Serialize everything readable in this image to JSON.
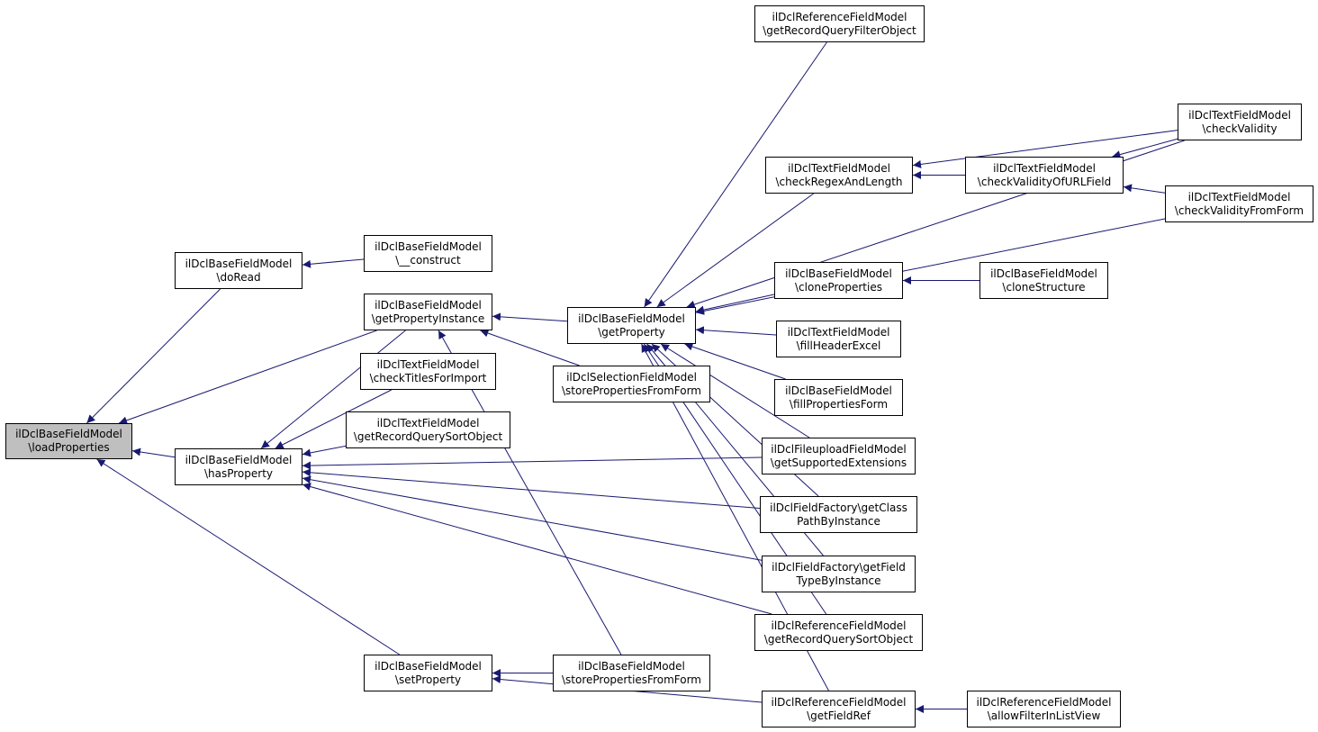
{
  "diagram": {
    "colors": {
      "edge": "#191970",
      "node_border": "#000000",
      "node_fill": "#ffffff",
      "root_fill": "#bfbfbf"
    },
    "nodes": [
      {
        "id": "n1",
        "l1": "ilDclBaseFieldModel",
        "l2": "\\loadProperties",
        "root": true
      },
      {
        "id": "n2",
        "l1": "ilDclBaseFieldModel",
        "l2": "\\doRead"
      },
      {
        "id": "n3",
        "l1": "ilDclBaseFieldModel",
        "l2": "\\getPropertyInstance"
      },
      {
        "id": "n4",
        "l1": "ilDclBaseFieldModel",
        "l2": "\\hasProperty"
      },
      {
        "id": "n5",
        "l1": "ilDclBaseFieldModel",
        "l2": "\\setProperty"
      },
      {
        "id": "n6",
        "l1": "ilDclBaseFieldModel",
        "l2": "\\__construct"
      },
      {
        "id": "n7",
        "l1": "ilDclTextFieldModel",
        "l2": "\\checkTitlesForImport"
      },
      {
        "id": "n8",
        "l1": "ilDclTextFieldModel",
        "l2": "\\getRecordQuerySortObject"
      },
      {
        "id": "n9",
        "l1": "ilDclBaseFieldModel",
        "l2": "\\getProperty"
      },
      {
        "id": "n10",
        "l1": "ilDclSelectionFieldModel",
        "l2": "\\storePropertiesFromForm"
      },
      {
        "id": "n11",
        "l1": "ilDclBaseFieldModel",
        "l2": "\\storePropertiesFromForm"
      },
      {
        "id": "n12",
        "l1": "ilDclReferenceFieldModel",
        "l2": "\\getRecordQueryFilterObject"
      },
      {
        "id": "n13",
        "l1": "ilDclTextFieldModel",
        "l2": "\\checkRegexAndLength"
      },
      {
        "id": "n14",
        "l1": "ilDclBaseFieldModel",
        "l2": "\\cloneProperties"
      },
      {
        "id": "n15",
        "l1": "ilDclTextFieldModel",
        "l2": "\\fillHeaderExcel"
      },
      {
        "id": "n16",
        "l1": "ilDclBaseFieldModel",
        "l2": "\\fillPropertiesForm"
      },
      {
        "id": "n17",
        "l1": "ilDclFileuploadFieldModel",
        "l2": "\\getSupportedExtensions"
      },
      {
        "id": "n18",
        "l1": "ilDclFieldFactory\\getClass",
        "l2": "PathByInstance"
      },
      {
        "id": "n19",
        "l1": "ilDclFieldFactory\\getField",
        "l2": "TypeByInstance"
      },
      {
        "id": "n20",
        "l1": "ilDclReferenceFieldModel",
        "l2": "\\getRecordQuerySortObject"
      },
      {
        "id": "n21",
        "l1": "ilDclReferenceFieldModel",
        "l2": "\\getFieldRef"
      },
      {
        "id": "n22",
        "l1": "ilDclTextFieldModel",
        "l2": "\\checkValidityOfURLField"
      },
      {
        "id": "n23",
        "l1": "ilDclTextFieldModel",
        "l2": "\\checkValidity"
      },
      {
        "id": "n24",
        "l1": "ilDclTextFieldModel",
        "l2": "\\checkValidityFromForm"
      },
      {
        "id": "n25",
        "l1": "ilDclBaseFieldModel",
        "l2": "\\cloneStructure"
      },
      {
        "id": "n26",
        "l1": "ilDclReferenceFieldModel",
        "l2": "\\allowFilterInListView"
      }
    ],
    "edges": [
      {
        "from": "n2",
        "to": "n1"
      },
      {
        "from": "n3",
        "to": "n1"
      },
      {
        "from": "n4",
        "to": "n1"
      },
      {
        "from": "n5",
        "to": "n1"
      },
      {
        "from": "n6",
        "to": "n2"
      },
      {
        "from": "n9",
        "to": "n3"
      },
      {
        "from": "n10",
        "to": "n3"
      },
      {
        "from": "n11",
        "to": "n3"
      },
      {
        "from": "n3",
        "to": "n4"
      },
      {
        "from": "n7",
        "to": "n4"
      },
      {
        "from": "n8",
        "to": "n4"
      },
      {
        "from": "n17",
        "to": "n4"
      },
      {
        "from": "n18",
        "to": "n4"
      },
      {
        "from": "n19",
        "to": "n4"
      },
      {
        "from": "n20",
        "to": "n4"
      },
      {
        "from": "n11",
        "to": "n5"
      },
      {
        "from": "n21",
        "to": "n5"
      },
      {
        "from": "n12",
        "to": "n9"
      },
      {
        "from": "n13",
        "to": "n9"
      },
      {
        "from": "n23",
        "to": "n9"
      },
      {
        "from": "n24",
        "to": "n9"
      },
      {
        "from": "n14",
        "to": "n9"
      },
      {
        "from": "n15",
        "to": "n9"
      },
      {
        "from": "n16",
        "to": "n9"
      },
      {
        "from": "n17",
        "to": "n9"
      },
      {
        "from": "n18",
        "to": "n9"
      },
      {
        "from": "n19",
        "to": "n9"
      },
      {
        "from": "n20",
        "to": "n9"
      },
      {
        "from": "n21",
        "to": "n9"
      },
      {
        "from": "n22",
        "to": "n13"
      },
      {
        "from": "n23",
        "to": "n13"
      },
      {
        "from": "n23",
        "to": "n22"
      },
      {
        "from": "n24",
        "to": "n22"
      },
      {
        "from": "n25",
        "to": "n14"
      },
      {
        "from": "n26",
        "to": "n21"
      }
    ]
  }
}
